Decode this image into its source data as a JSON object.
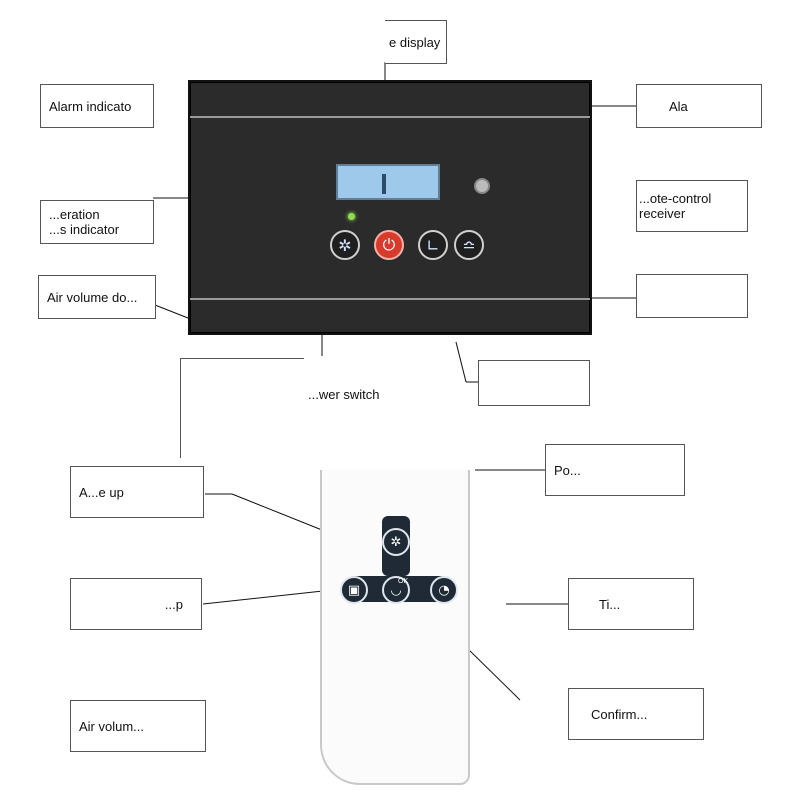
{
  "top_labels": {
    "display": "e display",
    "alarm_indicator": "Alarm indicato",
    "right_alarm": "Ala",
    "operation_status": "...eration\n...s indicator",
    "remote_control_receiver": "...ote-control\nreceiver",
    "air_volume_down": "Air volume do...",
    "power_switch": "...wer switch"
  },
  "bottom_labels": {
    "air_volume_up": "A...e up",
    "lock": "...p",
    "air_volume": "Air volum...",
    "power": "Po...",
    "timer": "Ti...",
    "confirm": "Confirm..."
  },
  "remote": {
    "ok_label": "OK"
  },
  "icons": {
    "fan": "fan-icon",
    "power": "power-icon",
    "timer": "timer-icon",
    "wave": "wave-icon",
    "lock": "lock-icon",
    "confirm": "confirm-icon"
  },
  "colors": {
    "panel": "#2b2b2b",
    "lcd": "#9ec9ea",
    "power_button": "#d93a2b",
    "led": "#8ee04a",
    "remote_buttons": "#1f2a36"
  }
}
